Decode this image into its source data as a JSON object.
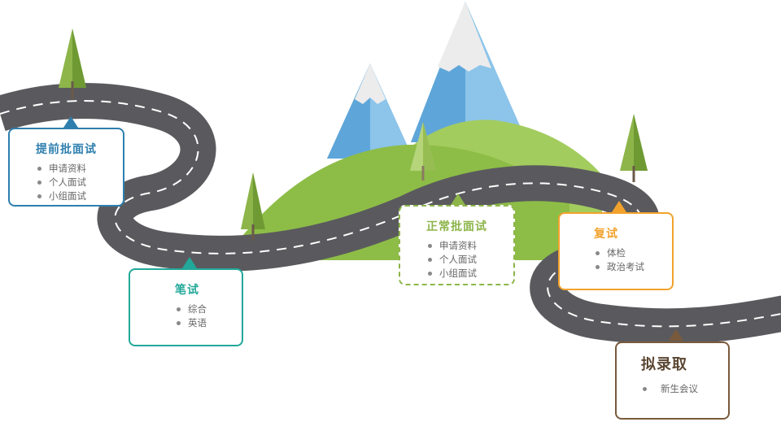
{
  "colors": {
    "blue": "#2e7fae",
    "teal": "#22a89a",
    "green": "#8db54a",
    "orange": "#f2a22c",
    "brown": "#7a5a3c",
    "road": "#555558",
    "hill": "#8dbd47",
    "mountain": "#5ea6d9",
    "tree": "#7aa33a"
  },
  "stages": [
    {
      "title": "提前批面试",
      "items": [
        "申请资料",
        "个人面试",
        "小组面试"
      ]
    },
    {
      "title": "笔试",
      "items": [
        "综合",
        "英语"
      ]
    },
    {
      "title": "正常批面试",
      "items": [
        "申请资料",
        "个人面试",
        "小组面试"
      ]
    },
    {
      "title": "复试",
      "items": [
        "体检",
        "政治考试"
      ]
    },
    {
      "title": "拟录取",
      "items": [
        "新生会议"
      ]
    }
  ]
}
